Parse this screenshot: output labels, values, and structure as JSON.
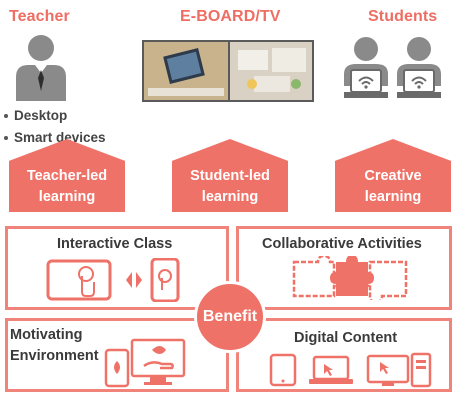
{
  "headings": {
    "teacher": "Teacher",
    "eboard": "E-BOARD/TV",
    "students": "Students"
  },
  "teacher_devices": [
    "Desktop",
    "Smart devices"
  ],
  "learning": [
    {
      "line1": "Teacher-led",
      "line2": "learning"
    },
    {
      "line1": "Student-led",
      "line2": "learning"
    },
    {
      "line1": "Creative",
      "line2": "learning"
    }
  ],
  "boxes": {
    "interactive": "Interactive Class",
    "collaborative": "Collaborative Activities",
    "motivating_line1": "Motivating",
    "motivating_line2": "Environment",
    "digital": "Digital Content"
  },
  "center": "Benefit",
  "colors": {
    "accent": "#ef7268",
    "border": "#f0837a",
    "person": "#8a8a8a",
    "text": "#3a3a3a"
  },
  "icons": [
    "teacher-person-icon",
    "eboard-photo",
    "student-person-icon",
    "wifi-laptop-icon",
    "tablet-touch-icon",
    "left-right-arrows-icon",
    "phone-touch-icon",
    "puzzle-pieces-icon",
    "plant-hand-icon",
    "monitor-icon",
    "tablet-icon",
    "laptop-icon",
    "desktop-computer-icon"
  ]
}
